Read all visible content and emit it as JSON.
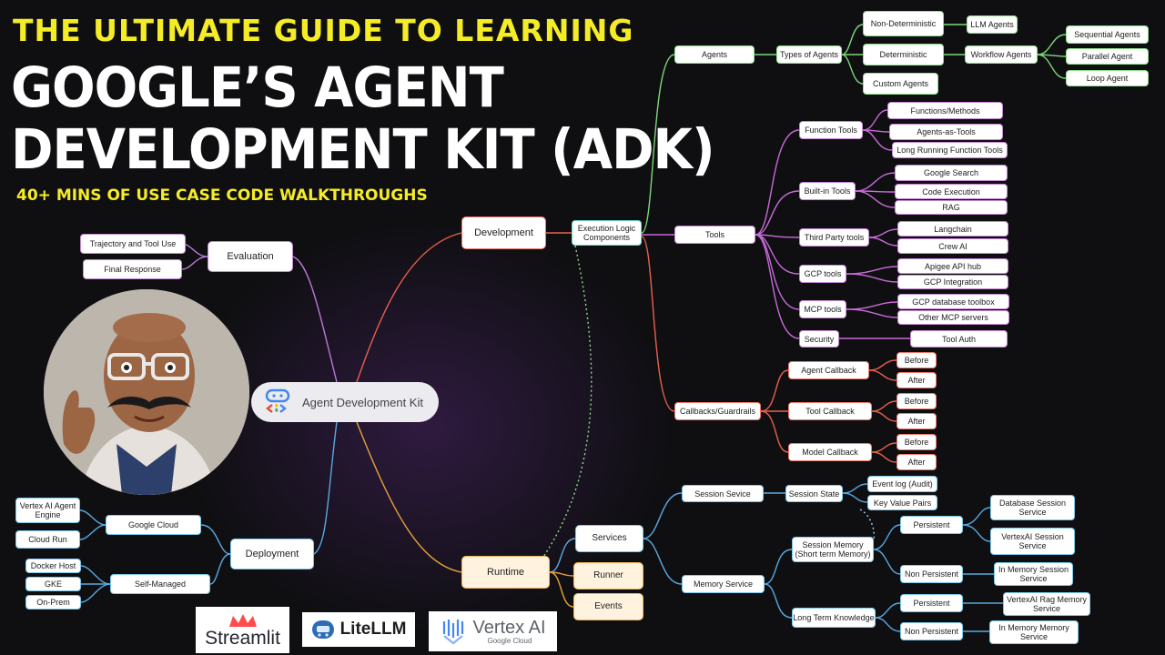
{
  "header": {
    "title_line1": "THE ULTIMATE GUIDE TO LEARNING",
    "title_line2": "GOOGLE’S AGENT",
    "title_line3": "DEVELOPMENT KIT (ADK)",
    "subtitle": "40+ MINS OF USE CASE CODE WALKTHROUGHS"
  },
  "root": {
    "label": "Agent Development Kit"
  },
  "nodes": {
    "development": "Development",
    "evaluation": "Evaluation",
    "deployment": "Deployment",
    "runtime": "Runtime",
    "execution_logic": "Execution Logic Components",
    "agents": "Agents",
    "types_of_agents": "Types of Agents",
    "non_deterministic": "Non-Deterministic",
    "llm_agents": "LLM Agents",
    "deterministic": "Deterministic",
    "workflow_agents": "Workflow Agents",
    "sequential_agents": "Sequential Agents",
    "parallel_agent": "Parallel Agent",
    "loop_agent": "Loop Agent",
    "custom_agents": "Custom Agents",
    "tools": "Tools",
    "function_tools": "Function Tools",
    "functions_methods": "Functions/Methods",
    "agents_as_tools": "Agents-as-Tools",
    "long_running": "Long Running Function Tools",
    "builtin_tools": "Built-in Tools",
    "google_search": "Google Search",
    "code_execution": "Code Execution",
    "rag": "RAG",
    "third_party": "Third Party tools",
    "langchain": "Langchain",
    "crew_ai": "Crew AI",
    "gcp_tools": "GCP tools",
    "apigee": "Apigee API hub",
    "gcp_integration": "GCP Integration",
    "mcp_tools": "MCP tools",
    "gcp_db_toolbox": "GCP database toolbox",
    "other_mcp": "Other MCP servers",
    "security": "Security",
    "tool_auth": "Tool Auth",
    "callbacks": "Callbacks/Guardrails",
    "agent_callback": "Agent Callback",
    "tool_callback": "Tool Callback",
    "model_callback": "Model Callback",
    "before": "Before",
    "after": "After",
    "trajectory": "Trajectory and Tool Use",
    "final_response": "Final Response",
    "google_cloud": "Google Cloud",
    "vertex_engine": "Vertex AI Agent Engine",
    "cloud_run": "Cloud Run",
    "self_managed": "Self-Managed",
    "docker_host": "Docker Host",
    "gke": "GKE",
    "on_prem": "On-Prem",
    "services": "Services",
    "runner": "Runner",
    "events": "Events",
    "session_service": "Session Sevice",
    "session_state": "Session State",
    "event_log": "Event log (Audit)",
    "kv_pairs": "Key Value Pairs",
    "memory_service": "Memory Service",
    "session_memory": "Session Memory (Short term Memory)",
    "persistent": "Persistent",
    "non_persistent": "Non Persistent",
    "db_session": "Database Session Service",
    "vertexai_session": "VertexAI Session Service",
    "inmem_session": "In Memory Session Service",
    "long_term": "Long Term Knowledge",
    "vertexai_rag_memory": "VertexAI Rag Memory Service",
    "inmem_memory": "In Memory Memory Service"
  },
  "logos": {
    "streamlit": "Streamlit",
    "litellm": "LiteLLM",
    "vertex": "Vertex AI",
    "vertex_sub": "Google Cloud"
  },
  "colors": {
    "background": "#0f0f12",
    "title_yellow": "#f5ec28",
    "branch_purple": "#b97ad6",
    "branch_red": "#e8604c",
    "branch_blue": "#5aa8e0",
    "branch_orange": "#e8a23a",
    "branch_green": "#7dd87a"
  }
}
